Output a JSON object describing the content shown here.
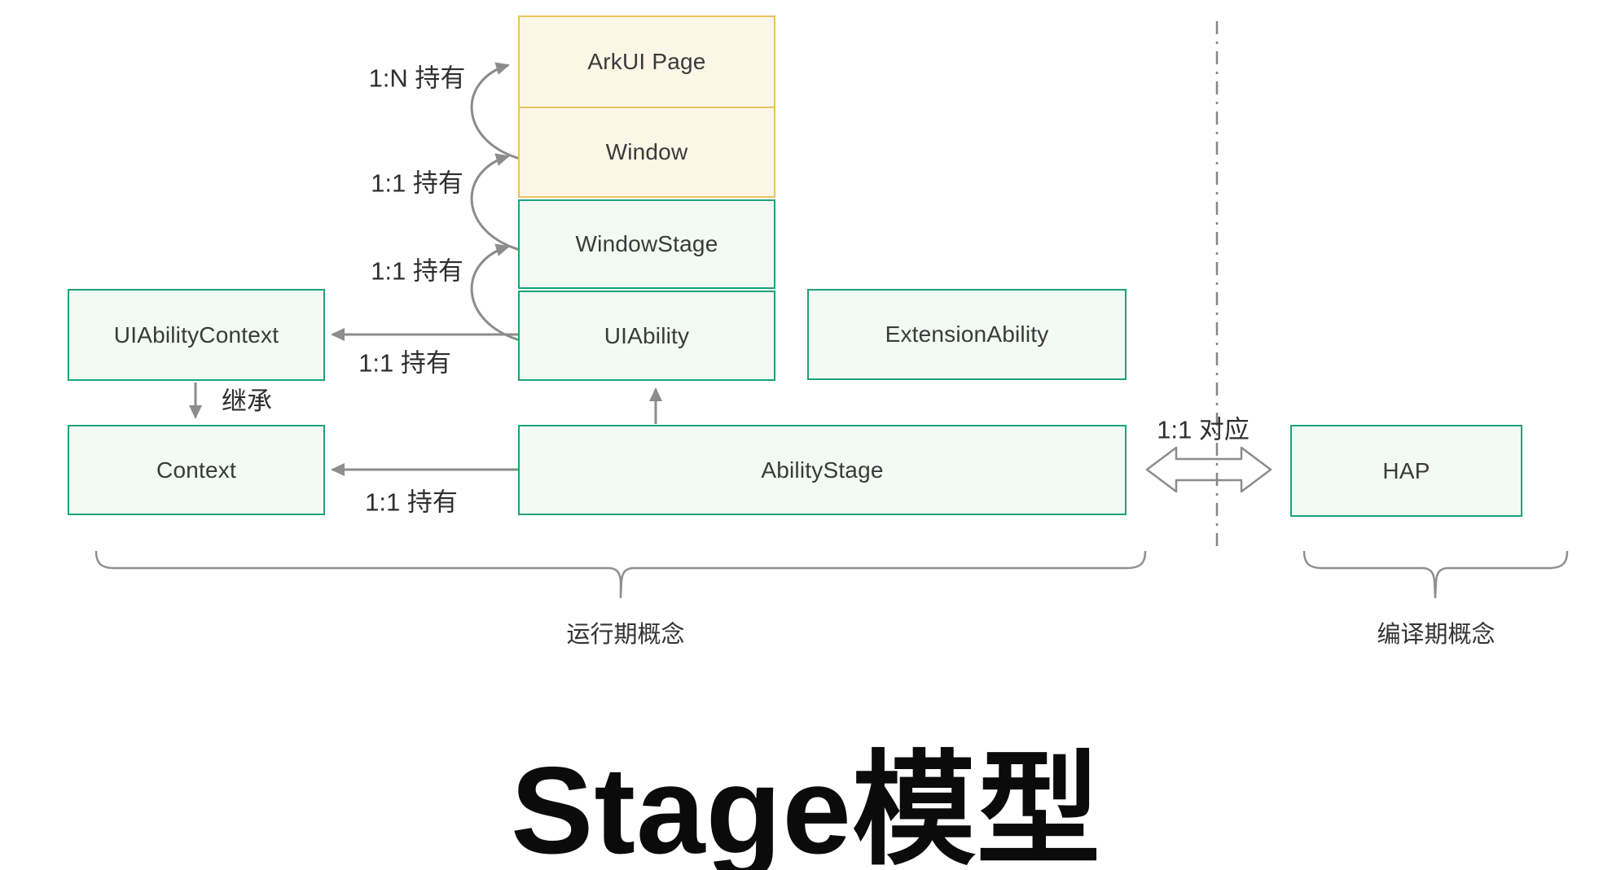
{
  "title": "Stage模型",
  "nodes": {
    "arkui_page": "ArkUI Page",
    "window": "Window",
    "window_stage": "WindowStage",
    "ui_ability": "UIAbility",
    "extension_ability": "ExtensionAbility",
    "ui_ability_context": "UIAbilityContext",
    "context": "Context",
    "ability_stage": "AbilityStage",
    "hap": "HAP"
  },
  "edges": {
    "window_holds_pages": "1:N 持有",
    "windowstage_holds_window": "1:1 持有",
    "uiability_holds_windowstage": "1:1 持有",
    "uiability_holds_uiabilitycontext": "1:1 持有",
    "abilitystage_holds_context": "1:1 持有",
    "inherits": "继承",
    "corresponds": "1:1 对应"
  },
  "groups": {
    "runtime": "运行期概念",
    "compile": "编译期概念"
  },
  "colors": {
    "yellow_fill": "#FBF6E6",
    "yellow_border": "#E8C35F",
    "green_fill": "#F2FAF4",
    "green_border": "#1AA37C",
    "arrow_gray": "#8C8C8C",
    "text": "#333333"
  }
}
